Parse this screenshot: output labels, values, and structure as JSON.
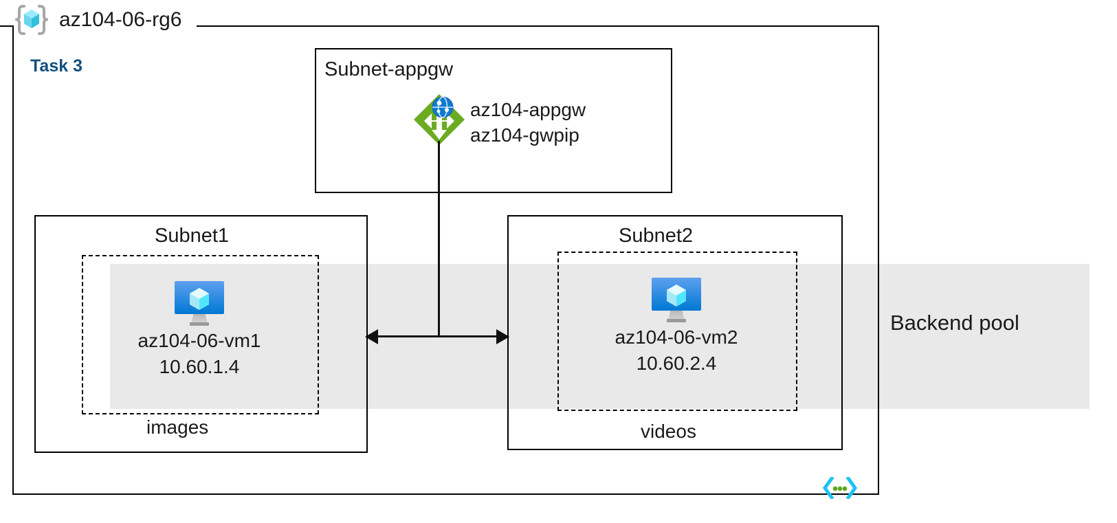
{
  "diagram": {
    "resource_group": {
      "name": "az104-06-rg6",
      "icon": "resource-group-icon"
    },
    "task_label": "Task 3",
    "backend_pool": {
      "label": "Backend pool",
      "band_color": "#e9e9e9"
    },
    "code_icon": "code-brackets-icon",
    "accent_colors": {
      "task_blue": "#13507e",
      "appgw_green": "#5fa51f",
      "vm_blue": "#1b8cdc",
      "cube_cyan": "#9bf0fb",
      "code_cyan": "#1fc2f0",
      "code_green": "#5ea818"
    },
    "subnets": [
      {
        "id": "subnet-appgw",
        "title": "Subnet-appgw",
        "resources": [
          {
            "icon": "application-gateway-icon",
            "lines": [
              "az104-appgw",
              "az104-gwpip"
            ]
          }
        ]
      },
      {
        "id": "subnet1",
        "title": "Subnet1",
        "vm": {
          "icon": "virtual-machine-icon",
          "name": "az104-06-vm1",
          "ip": "10.60.1.4"
        },
        "storage_label": "images"
      },
      {
        "id": "subnet2",
        "title": "Subnet2",
        "vm": {
          "icon": "virtual-machine-icon",
          "name": "az104-06-vm2",
          "ip": "10.60.2.4"
        },
        "storage_label": "videos"
      }
    ],
    "connectors": [
      {
        "id": "appgw-to-backends",
        "type": "double-headed-arrow",
        "from": "Subnet1",
        "to": "Subnet2"
      }
    ]
  }
}
